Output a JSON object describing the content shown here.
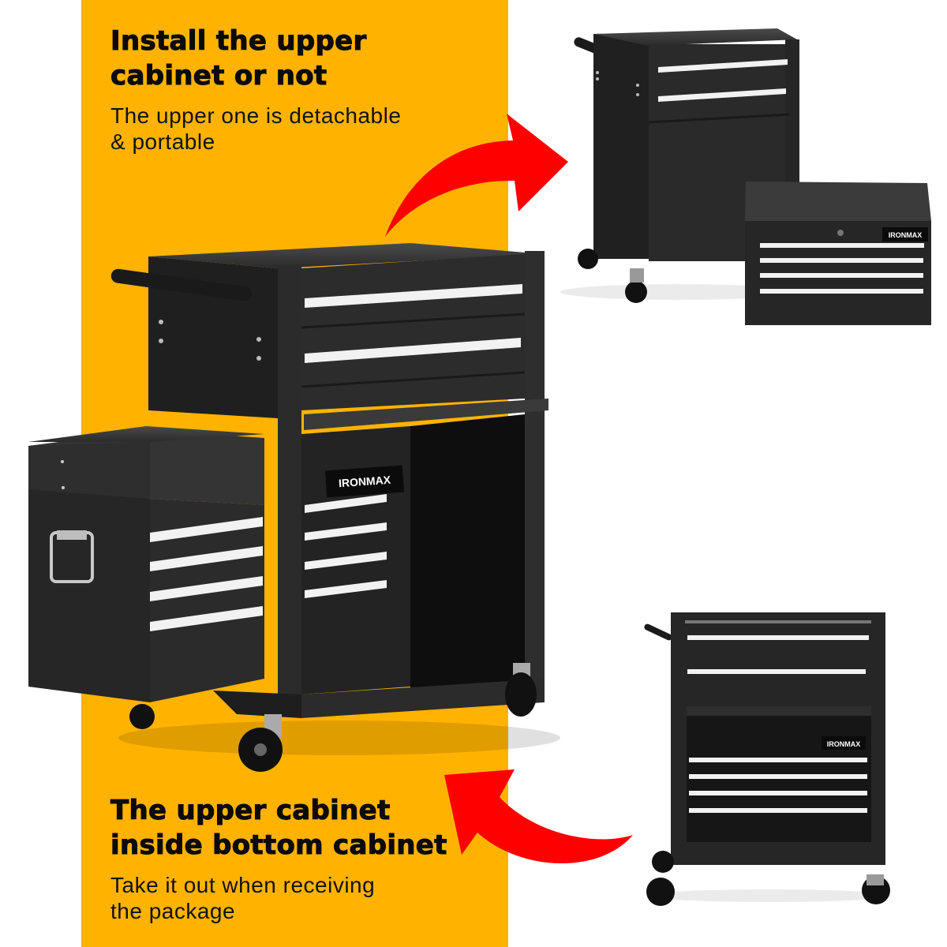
{
  "panel_top": {
    "heading_lines": [
      "Install the upper",
      "cabinet or not"
    ],
    "subtext_lines": [
      "The upper one is detachable",
      "& portable"
    ]
  },
  "panel_bottom": {
    "heading_lines": [
      "The upper cabinet",
      "inside bottom cabinet"
    ],
    "subtext_lines": [
      "Take it out when receiving",
      "the package"
    ]
  },
  "brand_labels": {
    "main_cart": "IRONMAX",
    "detached_chest": "IRONMAX",
    "stored_cart": "IRONMAX"
  },
  "icons": {
    "arrow_top": "curved-arrow-right-icon",
    "arrow_bottom": "curved-arrow-left-icon"
  },
  "colors": {
    "band": "#FFB300",
    "arrow": "#FF0000",
    "heading_text": "#0A0A0A",
    "cabinet_body": "#2A2A2A",
    "drawer_handle": "#F2F2F2",
    "background": "#FFFFFF"
  }
}
